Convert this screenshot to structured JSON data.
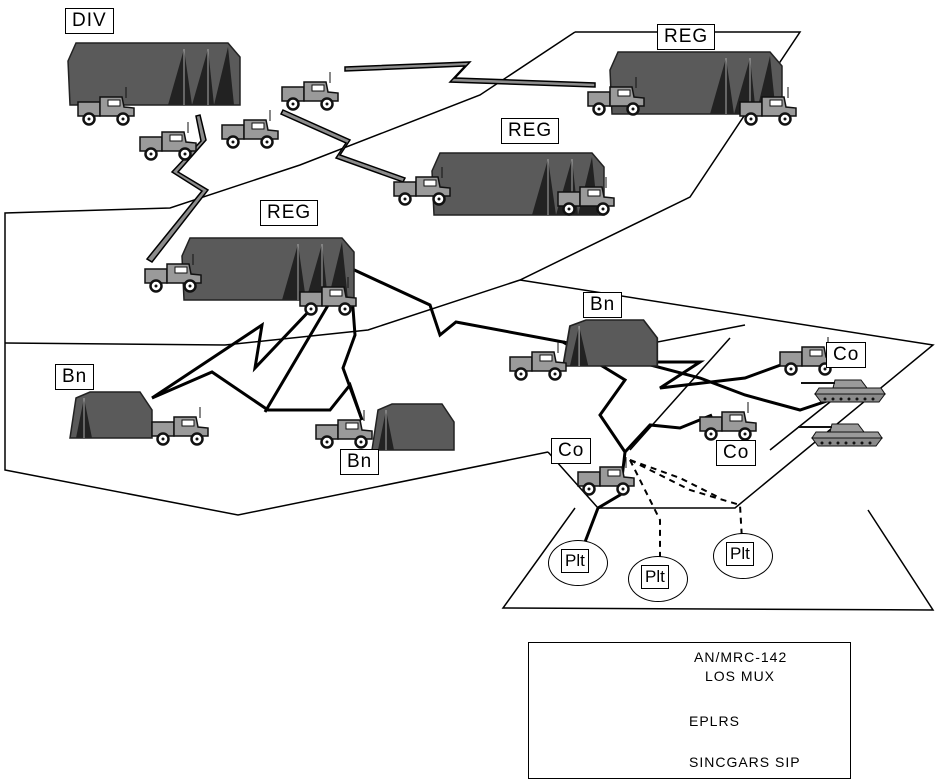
{
  "labels": {
    "div": "DIV",
    "reg_top": "REG",
    "reg_mid": "REG",
    "reg_left": "REG",
    "bn_center": "Bn",
    "bn_left": "Bn",
    "bn_bottom": "Bn",
    "co_right_top": "Co",
    "co_right_mid": "Co",
    "co_bottom": "Co",
    "plt_1": "Plt",
    "plt_2": "Plt",
    "plt_3": "Plt"
  },
  "legend": {
    "mux_line1": "AN/MRC-142",
    "mux_line2": "LOS MUX",
    "eplrs": "EPLRS",
    "sincgars": "SINCGARS SIP"
  },
  "colors": {
    "tent_fill": "#5a5a5a",
    "tent_dark": "#2b2b2b",
    "vehicle_fill": "#9a9a9a",
    "mux_link": "#8c8c8c",
    "line": "#000000"
  }
}
